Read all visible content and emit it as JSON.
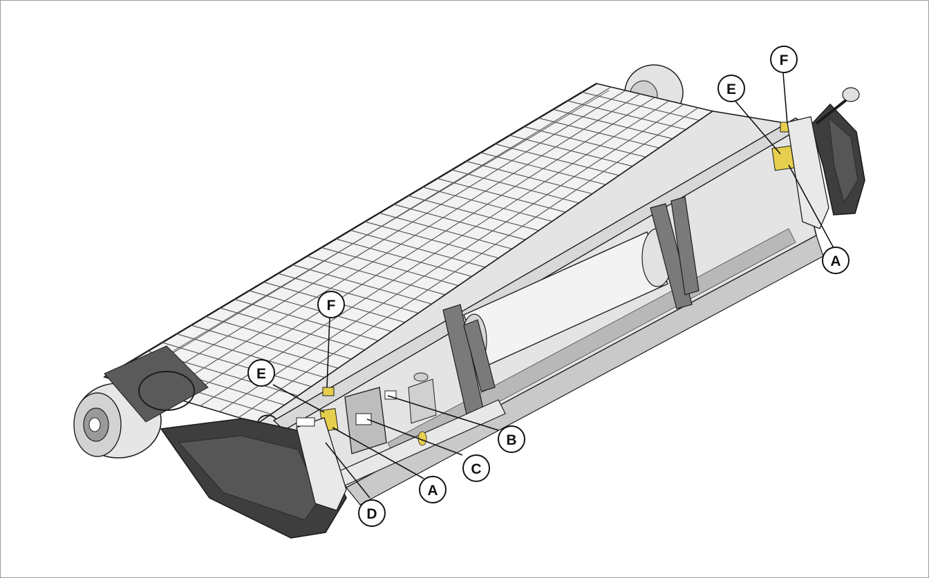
{
  "colors": {
    "frame_border": "#9a9a9a",
    "machine_light": "#e9e9e9",
    "machine_mid": "#cfcfcf",
    "machine_dark": "#4a4a4a",
    "tire": "#dcdcdc",
    "outline": "#1c1c1c",
    "decal": "#e6cf4e"
  },
  "callouts": {
    "f_right": "F",
    "e_right": "E",
    "a_right": "A",
    "f_center": "F",
    "e_left": "E",
    "b": "B",
    "c": "C",
    "a_left": "A",
    "d": "D"
  }
}
